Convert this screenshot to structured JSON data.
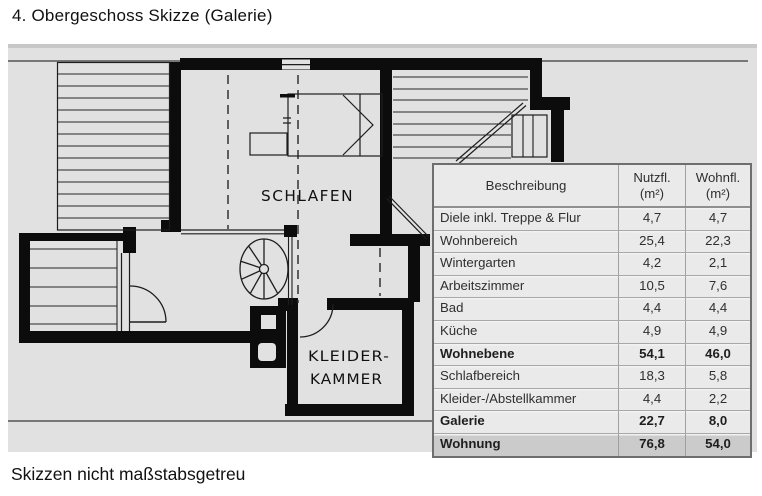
{
  "page": {
    "title": "4. Obergeschoss Skizze (Galerie)",
    "footnote": "Skizzen nicht maßstabsgetreu"
  },
  "plan": {
    "labels": {
      "schlafen": "SCHLAFEN",
      "kleider_line1": "KLEIDER-",
      "kleider_line2": "KAMMER"
    }
  },
  "table": {
    "headers": {
      "col1": "Beschreibung",
      "col2_line1": "Nutzfl.",
      "col2_line2": "(m²)",
      "col3_line1": "Wohnfl.",
      "col3_line2": "(m²)"
    },
    "rows": [
      {
        "label": "Diele inkl. Treppe & Flur",
        "nutzfl": "4,7",
        "wohnfl": "4,7",
        "bold": false,
        "shaded": false
      },
      {
        "label": "Wohnbereich",
        "nutzfl": "25,4",
        "wohnfl": "22,3",
        "bold": false,
        "shaded": false
      },
      {
        "label": "Wintergarten",
        "nutzfl": "4,2",
        "wohnfl": "2,1",
        "bold": false,
        "shaded": false
      },
      {
        "label": "Arbeitszimmer",
        "nutzfl": "10,5",
        "wohnfl": "7,6",
        "bold": false,
        "shaded": false
      },
      {
        "label": "Bad",
        "nutzfl": "4,4",
        "wohnfl": "4,4",
        "bold": false,
        "shaded": false
      },
      {
        "label": "Küche",
        "nutzfl": "4,9",
        "wohnfl": "4,9",
        "bold": false,
        "shaded": false
      },
      {
        "label": "Wohnebene",
        "nutzfl": "54,1",
        "wohnfl": "46,0",
        "bold": true,
        "shaded": false
      },
      {
        "label": "Schlafbereich",
        "nutzfl": "18,3",
        "wohnfl": "5,8",
        "bold": false,
        "shaded": false
      },
      {
        "label": "Kleider-/Abstellkammer",
        "nutzfl": "4,4",
        "wohnfl": "2,2",
        "bold": false,
        "shaded": false
      },
      {
        "label": "Galerie",
        "nutzfl": "22,7",
        "wohnfl": "8,0",
        "bold": true,
        "shaded": false
      },
      {
        "label": "Wohnung",
        "nutzfl": "76,8",
        "wohnfl": "54,0",
        "bold": true,
        "shaded": true
      }
    ]
  },
  "colors": {
    "scan_background": "#e1e1e1",
    "wall_black": "#0c0c0c",
    "line_dark": "#1d1d1d",
    "table_cell_bg": "#eaeaea",
    "table_shaded_row_bg": "#cbcbcb",
    "table_border": "#6e6e6e",
    "text": "#2f2f2f"
  }
}
